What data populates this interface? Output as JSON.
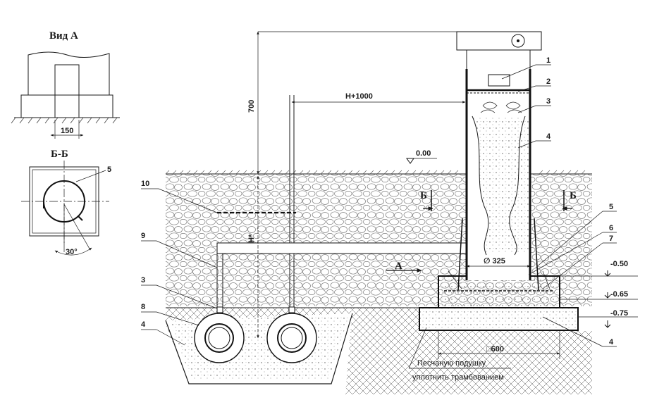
{
  "view_a": {
    "title": "Вид А",
    "dim": "150"
  },
  "section_bb": {
    "title": "Б-Б",
    "angle": "30°",
    "callout": "5"
  },
  "dims": {
    "height_700": "700",
    "h_plus_1000": "H+1000",
    "h_star": "H*",
    "diameter": "∅ 325",
    "square": "□600"
  },
  "levels": {
    "zero": "0.00",
    "m050": "-0.50",
    "m065": "-0.65",
    "m075": "-0.75"
  },
  "section_marks": {
    "left": "Б",
    "right": "Б",
    "view_arrow": "А"
  },
  "callouts": {
    "c1": "1",
    "c2": "2",
    "c3_right": "3",
    "c4_right": "4",
    "c5": "5",
    "c6": "6",
    "c7": "7",
    "c4_bottom": "4",
    "c10": "10",
    "c9": "9",
    "c3_left": "3",
    "c8": "8",
    "c4_left": "4"
  },
  "note": {
    "line1": "Песчаную подушку",
    "line2": "уплотнить трамбованием"
  },
  "colors": {
    "ink": "#1a1a1a",
    "paper": "#ffffff",
    "soil": "#f4f4f4"
  }
}
